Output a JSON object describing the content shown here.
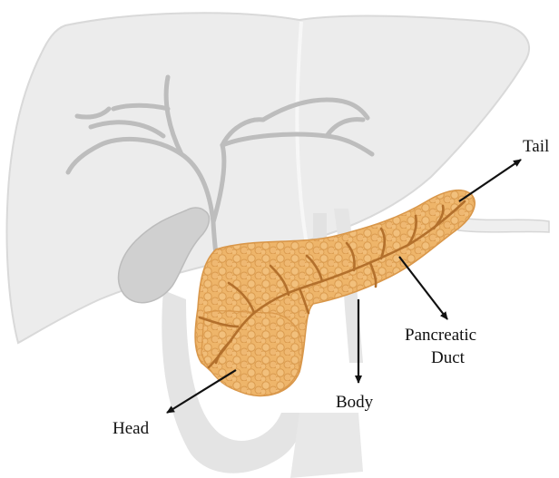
{
  "labels": {
    "tail": "Tail",
    "pancreatic_duct_line1": "Pancreatic",
    "pancreatic_duct_line2": "Duct",
    "body": "Body",
    "head": "Head"
  },
  "colors": {
    "liver": "#ececec",
    "liver_outline": "#d9d9d9",
    "gallbladder": "#d0d0d0",
    "ducts": "#bdbdbd",
    "pancreas": "#eeb56a",
    "pancreas_shadow": "#d9974a",
    "pancreatic_duct": "#b3702c",
    "arrow": "#111111"
  }
}
